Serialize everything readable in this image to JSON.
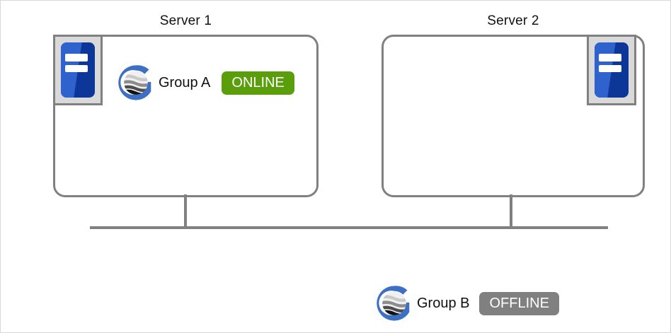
{
  "diagram": {
    "servers": [
      {
        "title": "Server 1",
        "node_icon_name": "server-node-icon",
        "groups": [
          {
            "logo_name": "group-g-logo",
            "label": "Group A",
            "status": "ONLINE",
            "status_color": "#5a9e0c"
          }
        ]
      },
      {
        "title": "Server 2",
        "node_icon_name": "server-node-icon",
        "groups": []
      }
    ],
    "floating_groups": [
      {
        "logo_name": "group-g-logo",
        "label": "Group B",
        "status": "OFFLINE",
        "status_color": "#808080"
      }
    ],
    "colors": {
      "box_border": "#808080",
      "connector": "#808080",
      "icon_frame": "#d9d9d9",
      "icon_chassis_dark": "#0d3699",
      "icon_chassis_light": "#2f62cd",
      "logo_ring": "#3d6fc4",
      "text": "#111111",
      "canvas_border": "#d8d8d8"
    }
  }
}
